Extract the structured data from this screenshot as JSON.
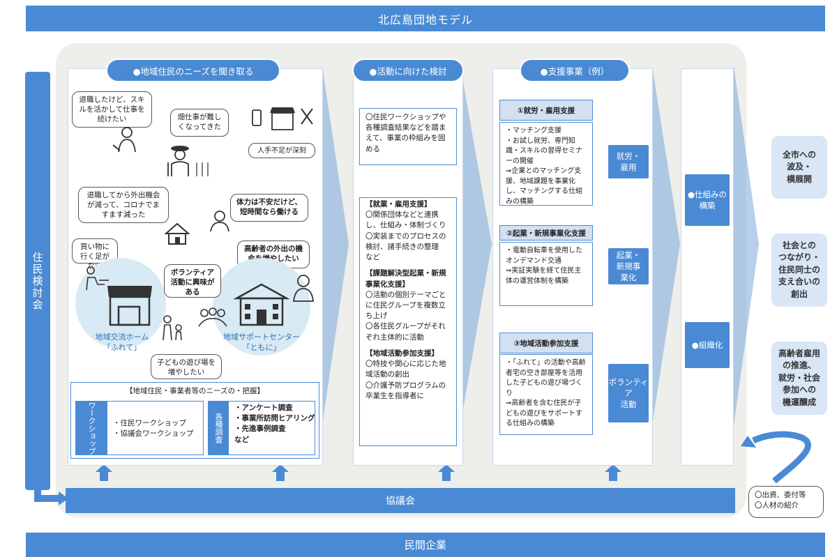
{
  "title": "北広島団地モデル",
  "bottom_bar": "民間企業",
  "left_label": "住民検討会",
  "council": "協議会",
  "col1": {
    "header": "●地域住民のニーズを聞き取る",
    "bubbles": {
      "b1": "退職したけど、スキルを活かして仕事を続けたい",
      "b2": "畑仕事が難しくなってきた",
      "b3": "人手不足が深刻",
      "b4": "退職してから外出機会が減って、コロナでますます減った",
      "b5": "体力は不安だけど、短時間なら働ける",
      "b6": "買い物に行く足がない",
      "b7": "高齢者の外出の機会を増やしたい",
      "b8": "ボランティア活動に興味がある",
      "b9": "子どもの遊び場を増やしたい"
    },
    "home_label": "地域交流ホーム\n「ふれて」",
    "center_label": "地域サポートセンター\n「ともに」",
    "needs_title": "【地域住民・事業者等のニーズの・把握】",
    "workshop_label": "ワークショップ",
    "workshop_items": [
      "・住民ワークショップ",
      "・協議会ワークショップ"
    ],
    "survey_label": "各種調査",
    "survey_items": [
      "・アンケート調査",
      "・事業所訪問ヒアリング",
      "・先進事例調査",
      "など"
    ]
  },
  "col2": {
    "header": "●活動に向けた検討",
    "intro": "〇住民ワークショップや各種調査結果などを踏まえて、事業の枠組みを固める",
    "sec1_title": "【就業・雇用支援】",
    "sec1_items": [
      "〇関係団体などと連携し、仕組み・体制づくり",
      "〇実装までのプロセスの検討、諸手続きの整理　など"
    ],
    "sec2_title": "【課題解決型起業・新規事業化支援】",
    "sec2_items": [
      "〇活動の個別テーマごとに住民グループを複数立ち上げ",
      "〇各住民グループがそれぞれ主体的に活動"
    ],
    "sec3_title": "【地域活動参加支援】",
    "sec3_items": [
      "〇特技や関心に応じた地域活動の創出",
      "〇介護予防プログラムの卒業生を指導者に"
    ]
  },
  "col3": {
    "header": "●支援事業（例）",
    "s1_title": "①就労・雇用支援",
    "s1_text": "・マッチング支援\n・お試し就労、専門知識・スキルの習得セミナーの開催\n⇒企業とのマッチング支援、地域課題を事業化し、マッチングする仕組みの構築",
    "s1_out": "就労・\n雇用",
    "s2_title": "②起業・新規事業化支援",
    "s2_text": "・電動自転車を使用したオンデマンド交通\n⇒実証実験を経て住民主体の運営体制を構築",
    "s2_out": "起業・\n新規事\n業化",
    "s3_title": "③地域活動参加支援",
    "s3_text": "・「ふれて」の活動や高齢者宅の空き部屋等を活用した子どもの遊び場づくり\n⇒高齢者を含む住民が子どもの遊びをサポートする仕組みの構築",
    "s3_out": "ボランティア\n活動"
  },
  "col4": {
    "build": "●仕組みの構築",
    "org": "●組織化"
  },
  "outcomes": [
    "全市への\n波及・\n横展開",
    "社会との\nつながり・\n住民同士の\n支え合いの\n創出",
    "高齢者雇用\nの推進、\n就労・社会\n参加への\n機運醸成"
  ],
  "funding": "〇出資、委付等\n〇人材の紹介",
  "colors": {
    "primary": "#4a8ad4",
    "light": "#d8e6f6",
    "panel": "#eeeeea"
  }
}
